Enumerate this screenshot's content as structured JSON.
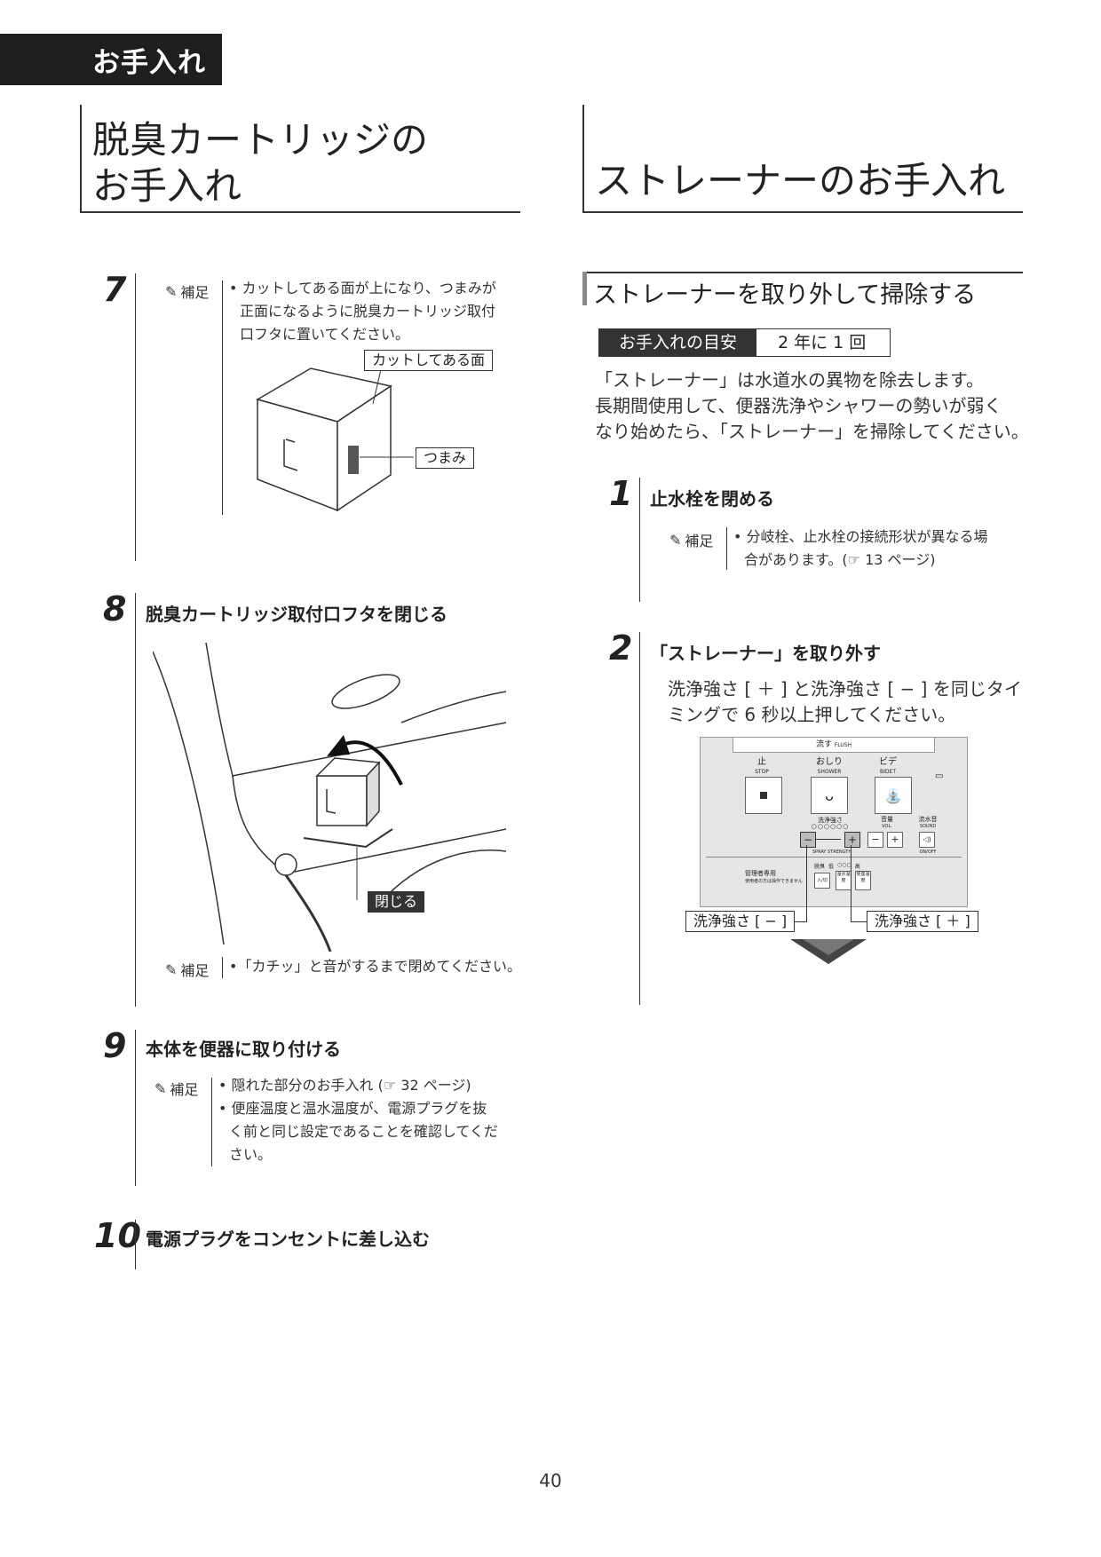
{
  "header": {
    "section_tab": "お手入れ"
  },
  "left": {
    "title_line1": "脱臭カートリッジの",
    "title_line2": "お手入れ",
    "step7": {
      "number": "7",
      "note_label": "補足",
      "note_lines": [
        "• カットしてある面が上になり、つまみが",
        "正面になるように脱臭カートリッジ取付",
        "口フタに置いてください。"
      ],
      "callout_cut": "カットしてある面",
      "callout_knob": "つまみ"
    },
    "step8": {
      "number": "8",
      "heading": "脱臭カートリッジ取付口フタを閉じる",
      "callout_close": "閉じる",
      "note_label": "補足",
      "note": "•「カチッ」と音がするまで閉めてください。"
    },
    "step9": {
      "number": "9",
      "heading": "本体を便器に取り付ける",
      "note_label": "補足",
      "note_lines": [
        "• 隠れた部分のお手入れ (☞ 32 ページ)",
        "• 便座温度と温水温度が、電源プラグを抜",
        "く前と同じ設定であることを確認してくだ",
        "さい。"
      ]
    },
    "step10": {
      "number": "10",
      "heading": "電源プラグをコンセントに差し込む"
    }
  },
  "right": {
    "title": "ストレーナーのお手入れ",
    "subheading": "ストレーナーを取り外して掃除する",
    "guide_label": "お手入れの目安",
    "guide_value": "2 年に 1 回",
    "intro_lines": [
      "「ストレーナー」は水道水の異物を除去します。",
      "長期間使用して、便器洗浄やシャワーの勢いが弱く",
      "なり始めたら、「ストレーナー」を掃除してください。"
    ],
    "step1": {
      "number": "1",
      "heading": "止水栓を閉める",
      "note_label": "補足",
      "note_lines": [
        "• 分岐栓、止水栓の接続形状が異なる場",
        "合があります。(☞ 13 ページ)"
      ]
    },
    "step2": {
      "number": "2",
      "heading": "「ストレーナー」を取り外す",
      "text_lines": [
        "洗浄強さ [ ＋ ] と洗浄強さ [ − ] を同じタイ",
        "ミングで 6 秒以上押してください。"
      ],
      "panel": {
        "flush": "流す",
        "flush_en": "FLUSH",
        "stop": "止",
        "stop_en": "STOP",
        "shower": "おしり",
        "shower_en": "SHOWER",
        "bidet": "ビデ",
        "bidet_en": "BIDET",
        "strength": "洗浄強さ",
        "strength_en": "SPRAY STRENGTH",
        "volume": "音量",
        "volume_en": "VOL.",
        "sound": "流水音",
        "sound_en": "SOUND",
        "onoff": "ON/OFF",
        "admin": "管理者専用",
        "admin_note": "使用者の方は操作できません",
        "deodor": "脱臭",
        "high": "高",
        "low": "低",
        "btn_a": "入/切",
        "btn_b": "温水温度",
        "btn_c": "便座温度"
      },
      "callout_minus": "洗浄強さ [ − ]",
      "callout_plus": "洗浄強さ [ ＋ ]"
    }
  },
  "footer": {
    "page_number": "40"
  },
  "colors": {
    "tab_bg": "#1f1f1f",
    "rule": "#333333",
    "panel_bg": "#e6e6e6"
  }
}
